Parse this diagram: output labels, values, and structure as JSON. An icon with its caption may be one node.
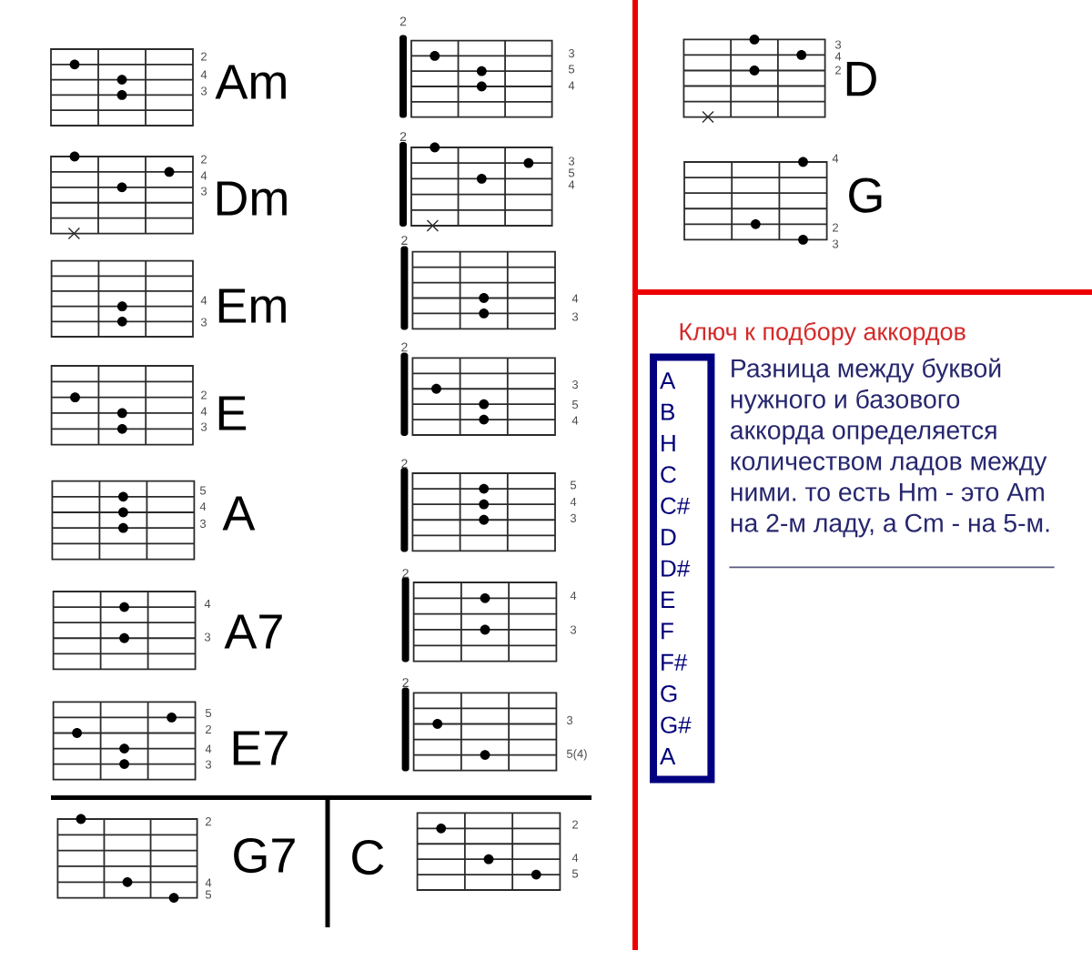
{
  "diagram": {
    "nodes": [
      {
        "text": [
          "A",
          "B",
          "H",
          "C",
          "C#",
          "D",
          "D#",
          "E",
          "F",
          "F#",
          "G",
          "G#",
          "A"
        ]
      }
    ],
    "labels": [
      "2",
      "4",
      "3",
      "Am",
      "2",
      "3",
      "5",
      "4",
      "2",
      "4",
      "3",
      "Dm",
      "2",
      "3",
      "5",
      "4",
      "4",
      "3",
      "Em",
      "2",
      "4",
      "3",
      "2",
      "4",
      "3",
      "E",
      "2",
      "3",
      "5",
      "4",
      "5",
      "4",
      "3",
      "A",
      "2",
      "5",
      "4",
      "3",
      "4",
      "3",
      "A7",
      "2",
      "4",
      "3",
      "5",
      "2",
      "4",
      "3",
      "E7",
      "2",
      "3",
      "5(4)",
      "2",
      "4",
      "5",
      "G7",
      "C",
      "2",
      "4",
      "5",
      "3",
      "4",
      "2",
      "D",
      "4",
      "2",
      "3",
      "G",
      "Ключ к подбору аккордов",
      "Разница между буквой нужного и базового аккорда определяется количеством ладов между ними. то есть Hm - это Am на 2-м ладу, а Cm - на 5-м."
    ]
  }
}
